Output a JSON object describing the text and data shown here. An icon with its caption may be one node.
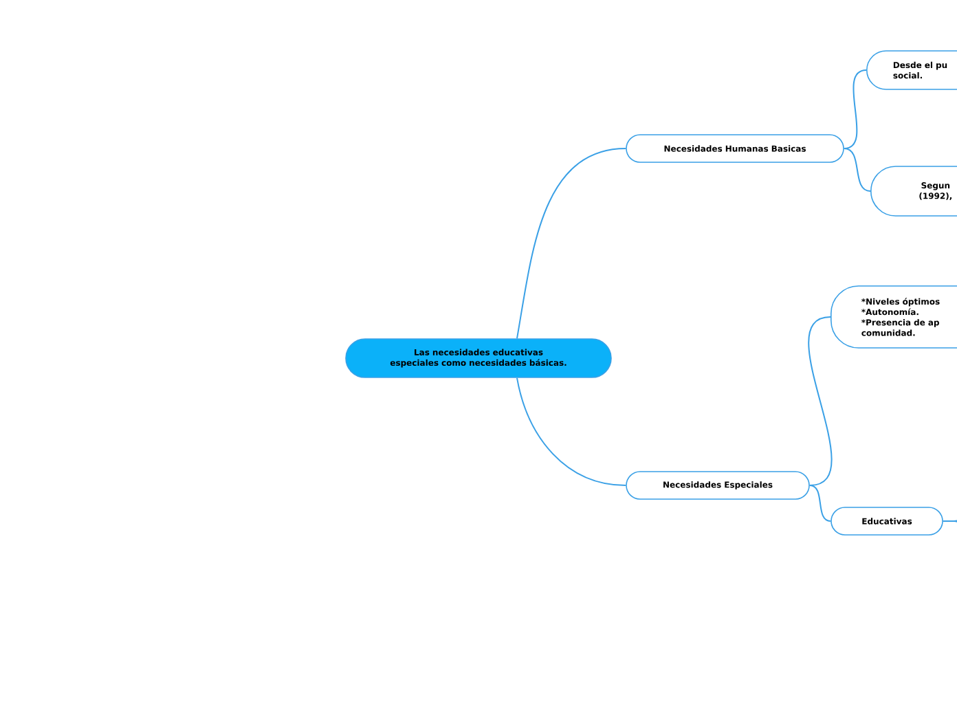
{
  "diagram": {
    "nodes": [
      {
        "text": [
          "Las necesidades educativas especiales como necesidades básicas."
        ]
      },
      {
        "text": [
          "Necesidades Humanas Basicas"
        ]
      },
      {
        "text": [
          "Desde el pu social."
        ]
      },
      {
        "text": [
          "Segun (1992),"
        ]
      },
      {
        "text": [
          "Necesidades  Especiales"
        ]
      },
      {
        "text": [
          "*Niveles óptimos *Autonomía. *Presencia de ap comunidad."
        ]
      },
      {
        "text": [
          "Educativas"
        ]
      }
    ],
    "edges": [
      {
        "from": 0,
        "to": 1,
        "arrow": "none"
      },
      {
        "from": 0,
        "to": 4,
        "arrow": "none"
      },
      {
        "from": 1,
        "to": 2,
        "arrow": "none"
      },
      {
        "from": 1,
        "to": 3,
        "arrow": "none"
      },
      {
        "from": 4,
        "to": 5,
        "arrow": "none"
      },
      {
        "from": 4,
        "to": 6,
        "arrow": "none"
      },
      {
        "from": 6,
        "to": null,
        "arrow": "none"
      },
      {
        "from": 6,
        "to": null,
        "arrow": "none"
      }
    ]
  }
}
